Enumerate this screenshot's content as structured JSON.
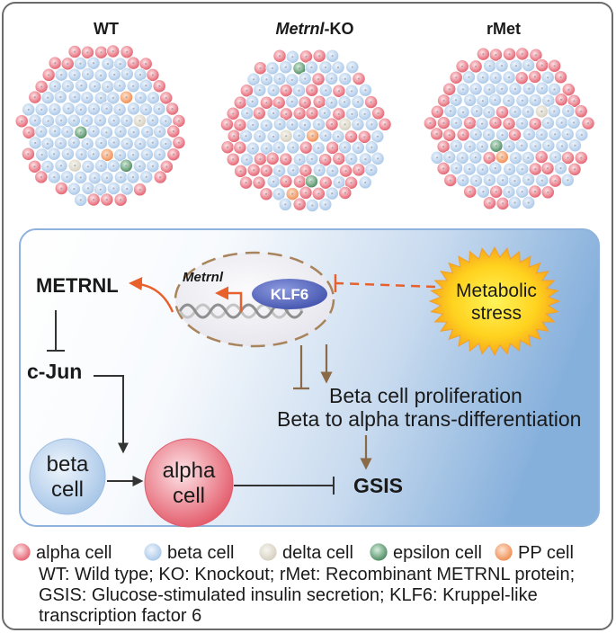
{
  "titles": {
    "wt": "WT",
    "ko_gene": "Metrnl",
    "ko_suffix": "-KO",
    "rmet": "rMet"
  },
  "mechanism": {
    "secreted_protein": "METRNL",
    "gene": "Metrnl",
    "transcription_factor": "KLF6",
    "stress_line1": "Metabolic",
    "stress_line2": "stress",
    "cjun": "c-Jun",
    "beta_cell_line1": "beta",
    "beta_cell_line2": "cell",
    "alpha_cell_line1": "alpha",
    "alpha_cell_line2": "cell",
    "effect1": "Beta cell proliferation",
    "effect2": "Beta to alpha trans-differentiation",
    "gsis": "GSIS"
  },
  "legend": {
    "cell_types": [
      {
        "label": "alpha cell",
        "color": "#e4606f",
        "highlight": "#fde4e7"
      },
      {
        "label": "beta cell",
        "color": "#a9c7e8",
        "highlight": "#eef5fc"
      },
      {
        "label": "delta cell",
        "color": "#d4cfbf",
        "highlight": "#f7f5ef"
      },
      {
        "label": "epsilon cell",
        "color": "#4c8a60",
        "highlight": "#d6eedd"
      },
      {
        "label": "PP cell",
        "color": "#ef8c52",
        "highlight": "#fde3cf"
      }
    ],
    "notes": [
      "WT: Wild type; KO: Knockout; rMet: Recombinant METRNL protein;",
      "GSIS: Glucose-stimulated insulin secretion; KLF6: Kruppel-like",
      "transcription factor 6"
    ]
  },
  "colors": {
    "activation_orange": "#e8602c",
    "effect_brown": "#8b6a48",
    "inhibition_dark": "#333333",
    "panel_blue": "#86b0dc"
  }
}
